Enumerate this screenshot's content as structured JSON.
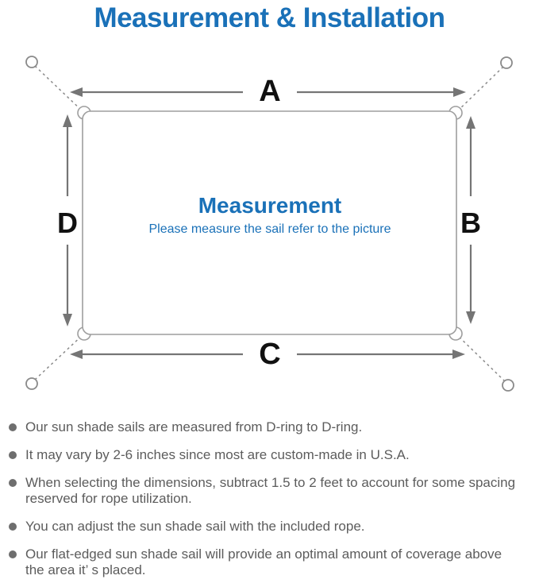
{
  "title": "Measurement & Installation",
  "colors": {
    "accent_blue": "#1a71b8",
    "text_gray": "#5c5c5c",
    "line_gray": "#9e9e9e"
  },
  "diagram": {
    "labels": {
      "top": "A",
      "right": "B",
      "bottom": "C",
      "left": "D"
    },
    "center_title": "Measurement",
    "center_subtitle": "Please measure the sail refer to the picture"
  },
  "bullets": [
    {
      "lines": [
        "Our sun shade sails are measured from D-ring to D-ring."
      ]
    },
    {
      "lines": [
        "It may vary by 2-6 inches since most are custom-made in U.S.A."
      ]
    },
    {
      "lines": [
        "When selecting the dimensions, subtract 1.5 to 2 feet to account for some spacing",
        "reserved for rope utilization."
      ]
    },
    {
      "lines": [
        "You can adjust the sun shade sail with the included rope."
      ]
    },
    {
      "lines": [
        "Our flat-edged sun shade sail will provide an optimal amount of coverage above",
        "the area it’ s placed."
      ]
    }
  ]
}
